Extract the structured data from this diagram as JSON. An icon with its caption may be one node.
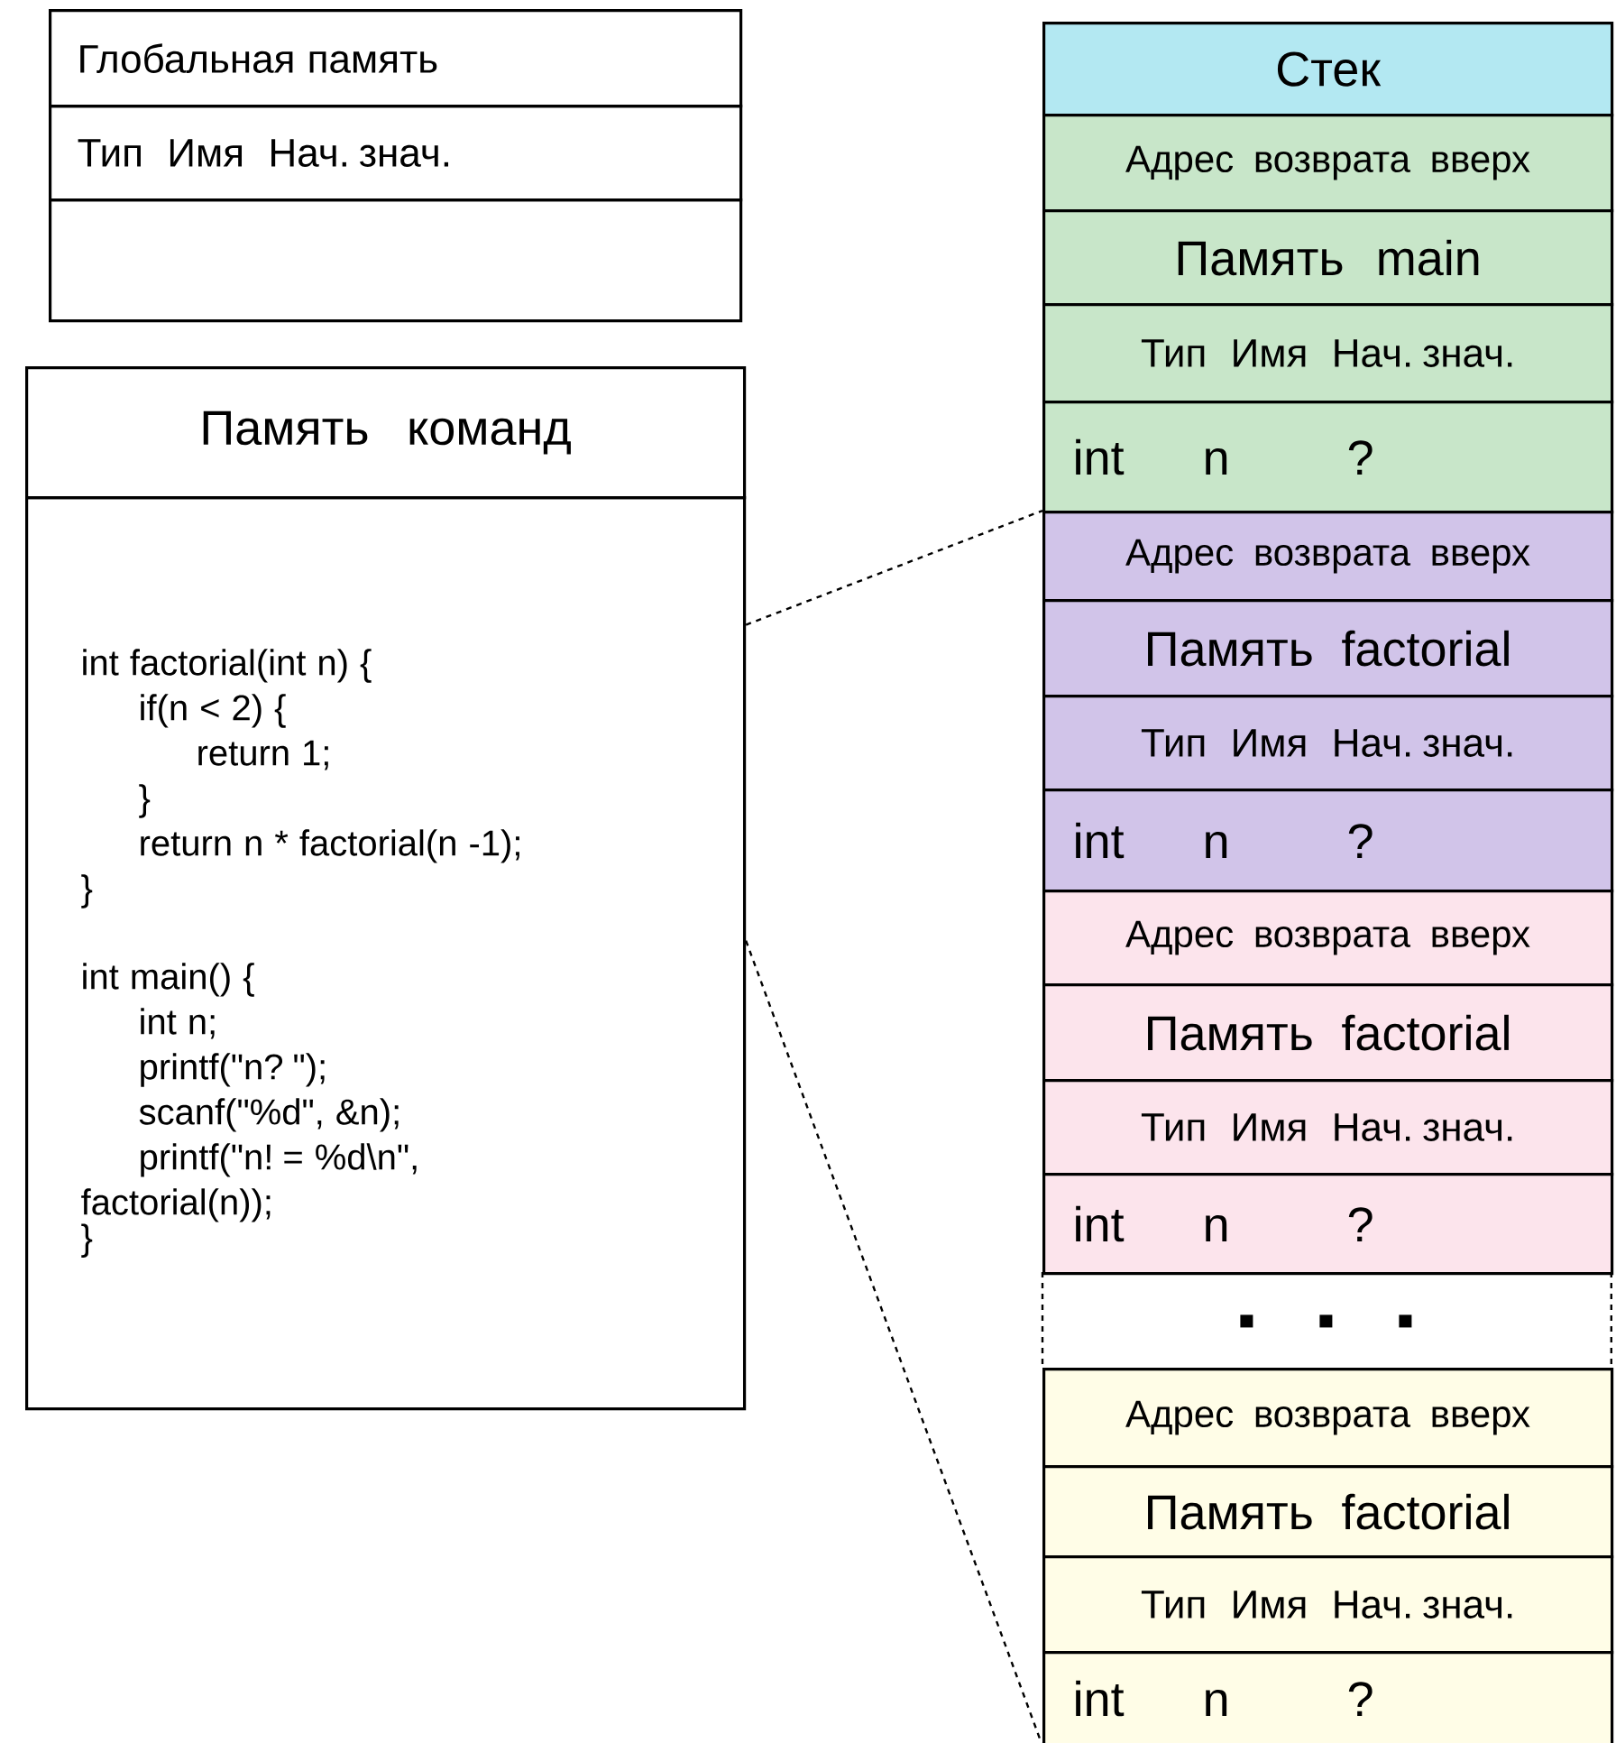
{
  "diagram": {
    "nodes": [
      {
        "text": [
          "Глобальная память"
        ]
      },
      {
        "text": [
          "Тип",
          "Имя",
          "Нач. знач."
        ]
      },
      {
        "text": [],
        "shape": "box"
      },
      {
        "text": [
          "Память команд"
        ]
      },
      {
        "text": [
          "int factorial(int n) {",
          "if(n < 2) {",
          "return 1;",
          "}",
          "return n * factorial(n -1);",
          "}",
          "int main() {",
          "int n;",
          "printf(\"n? \");",
          "scanf(\"%d\", &n);",
          "printf(\"n! = %d\\n\",",
          "factorial(n));",
          "}"
        ]
      },
      {
        "text": [
          "Стек"
        ]
      },
      {
        "text": [
          "Адрес возврата вверх"
        ]
      },
      {
        "text": [
          "Память main"
        ]
      },
      {
        "text": [
          "Тип",
          "Имя",
          "Нач. знач."
        ]
      },
      {
        "text": [
          "int",
          "n",
          "?"
        ]
      },
      {
        "text": [
          "Адрес возврата вверх"
        ]
      },
      {
        "text": [
          "Память factorial"
        ]
      },
      {
        "text": [
          "Тип",
          "Имя",
          "Нач. знач."
        ]
      },
      {
        "text": [
          "int",
          "n",
          "?"
        ]
      },
      {
        "text": [
          "Адрес возврата вверх"
        ]
      },
      {
        "text": [
          "Память factorial"
        ]
      },
      {
        "text": [
          "Тип",
          "Имя",
          "Нач. знач."
        ]
      },
      {
        "text": [
          "int",
          "n",
          "?"
        ]
      },
      {
        "text": [],
        "shape": "box"
      },
      {
        "text": [
          "Адрес возврата вверх"
        ]
      },
      {
        "text": [
          "Память factorial"
        ]
      },
      {
        "text": [
          "Тип",
          "Имя",
          "Нач. знач."
        ]
      },
      {
        "text": [
          "int",
          "n",
          "?"
        ]
      }
    ],
    "edges": [
      {
        "from": 4,
        "to": 10,
        "arrow": "none",
        "style": "dashed"
      },
      {
        "from": 4,
        "to": 22,
        "arrow": "none",
        "style": "dashed"
      }
    ]
  }
}
